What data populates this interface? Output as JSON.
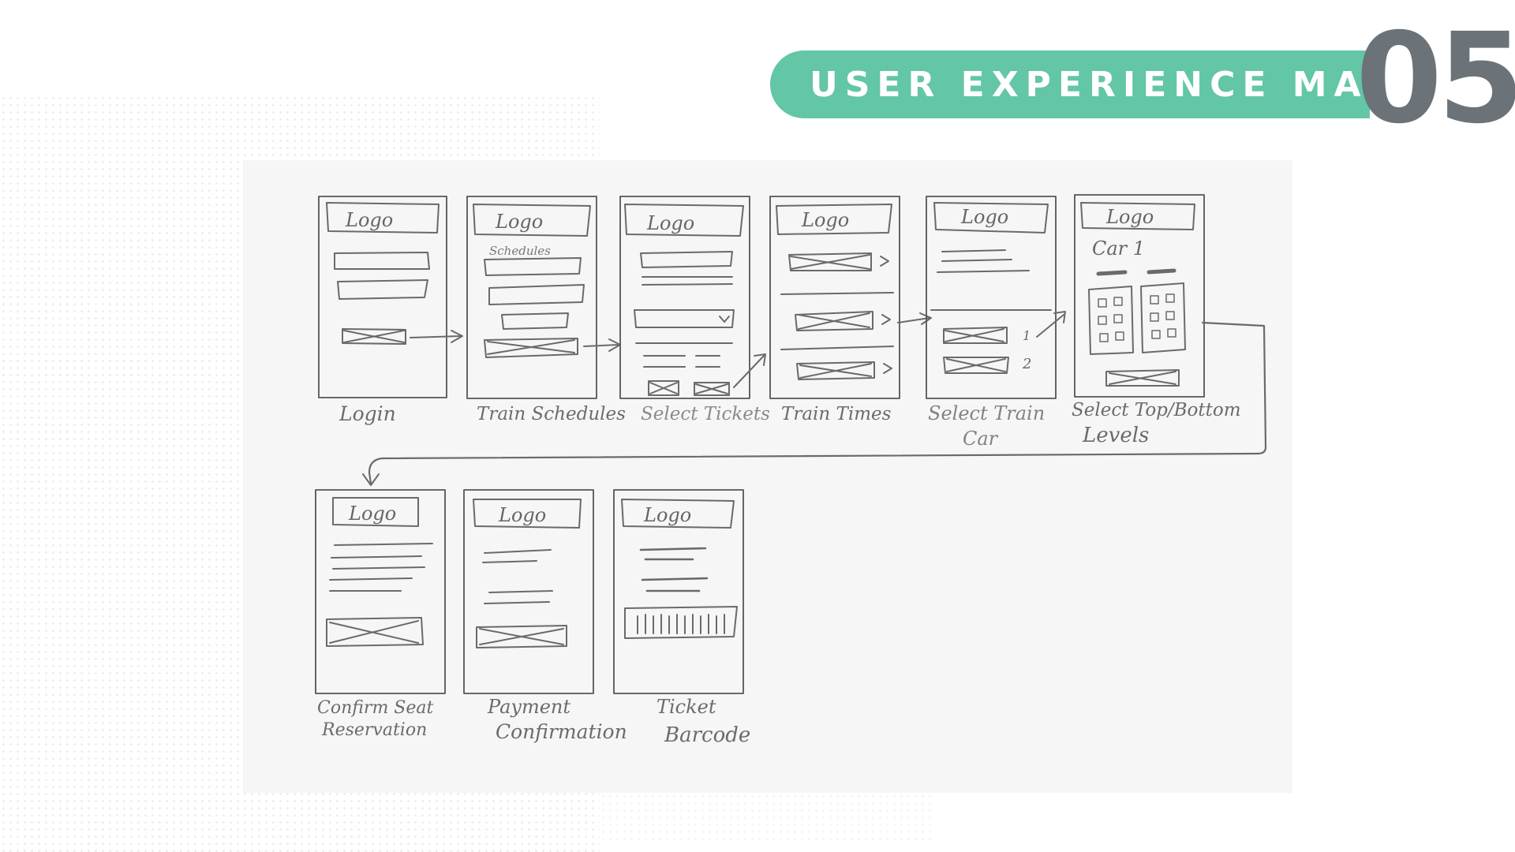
{
  "header": {
    "title": "USER EXPERIENCE MAP",
    "section_number": "05"
  },
  "colors": {
    "accent": "#63c6a6",
    "number": "#6c7378",
    "paper": "#f6f6f6",
    "pencil": "#6a6a6a"
  },
  "sketch": {
    "screens": [
      {
        "logo": "Logo",
        "caption": "Login"
      },
      {
        "logo": "Logo",
        "subhead": "Schedules",
        "caption": "Train Schedules"
      },
      {
        "logo": "Logo",
        "caption": "Select Tickets"
      },
      {
        "logo": "Logo",
        "caption": "Train Times"
      },
      {
        "logo": "Logo",
        "marks": [
          "1",
          "2"
        ],
        "caption_line1": "Select Train",
        "caption_line2": "Car"
      },
      {
        "logo": "Logo",
        "subhead": "Car 1",
        "caption_line1": "Select Top/Bottom",
        "caption_line2": "Levels"
      },
      {
        "logo": "Logo",
        "caption_line1": "Confirm Seat",
        "caption_line2": "Reservation"
      },
      {
        "logo": "Logo",
        "caption_line1": "Payment",
        "caption_line2": "Confirmation"
      },
      {
        "logo": "Logo",
        "caption_line1": "Ticket",
        "caption_line2": "Barcode"
      }
    ]
  }
}
